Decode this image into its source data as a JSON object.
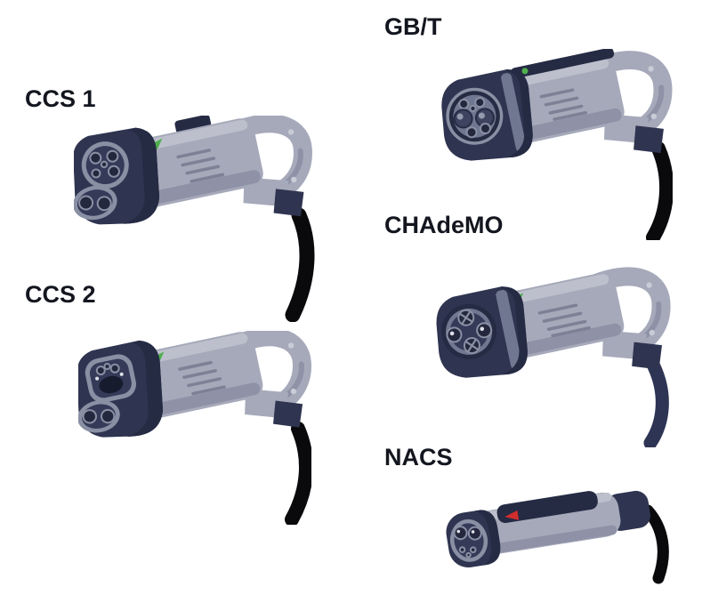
{
  "figure": {
    "background": "#ffffff",
    "connectors": [
      {
        "id": "ccs1",
        "label": "CCS 1",
        "icon": "ccs1-combo-plug-illustration",
        "cable_color": "#0a0a0c",
        "indicator_color": "#4fae4d"
      },
      {
        "id": "ccs2",
        "label": "CCS 2",
        "icon": "ccs2-combo-plug-illustration",
        "cable_color": "#0a0a0c",
        "indicator_color": "#4fae4d"
      },
      {
        "id": "gbt",
        "label": "GB/T",
        "icon": "gbt-plug-illustration",
        "cable_color": "#0a0a0c",
        "indicator_color": "#4fae4d"
      },
      {
        "id": "chademo",
        "label": "CHAdeMO",
        "icon": "chademo-plug-illustration",
        "cable_color": "#2e3454",
        "indicator_color": "#4fae4d"
      },
      {
        "id": "nacs",
        "label": "NACS",
        "icon": "nacs-plug-illustration",
        "cable_color": "#0a0a0c",
        "indicator_color": "#d22d2d"
      }
    ],
    "palette": {
      "background": "#ffffff",
      "label_text": "#14161f",
      "body_grey": "#a6a9ba",
      "body_grey_light": "#bdc0cc",
      "body_grey_shade": "#8f92a6",
      "housing_navy": "#2f3450",
      "housing_navy_dark": "#262b44",
      "face_navy": "#343a58",
      "ring_grey": "#707790",
      "pin_dark": "#23283e",
      "pin_rim": "#8a90a4",
      "pin_metal": "#3e4460",
      "pin_glint": "#959bae",
      "pin_dot": "#dfe1e8",
      "socket_shadow": "#171b2e",
      "screw_grey": "#c9ccd6",
      "vent_grey": "#7e8196",
      "green_indicator": "#4fae4d",
      "red_indicator": "#d22d2d",
      "cable_black": "#0a0a0c",
      "cable_navy": "#2e3454"
    }
  }
}
